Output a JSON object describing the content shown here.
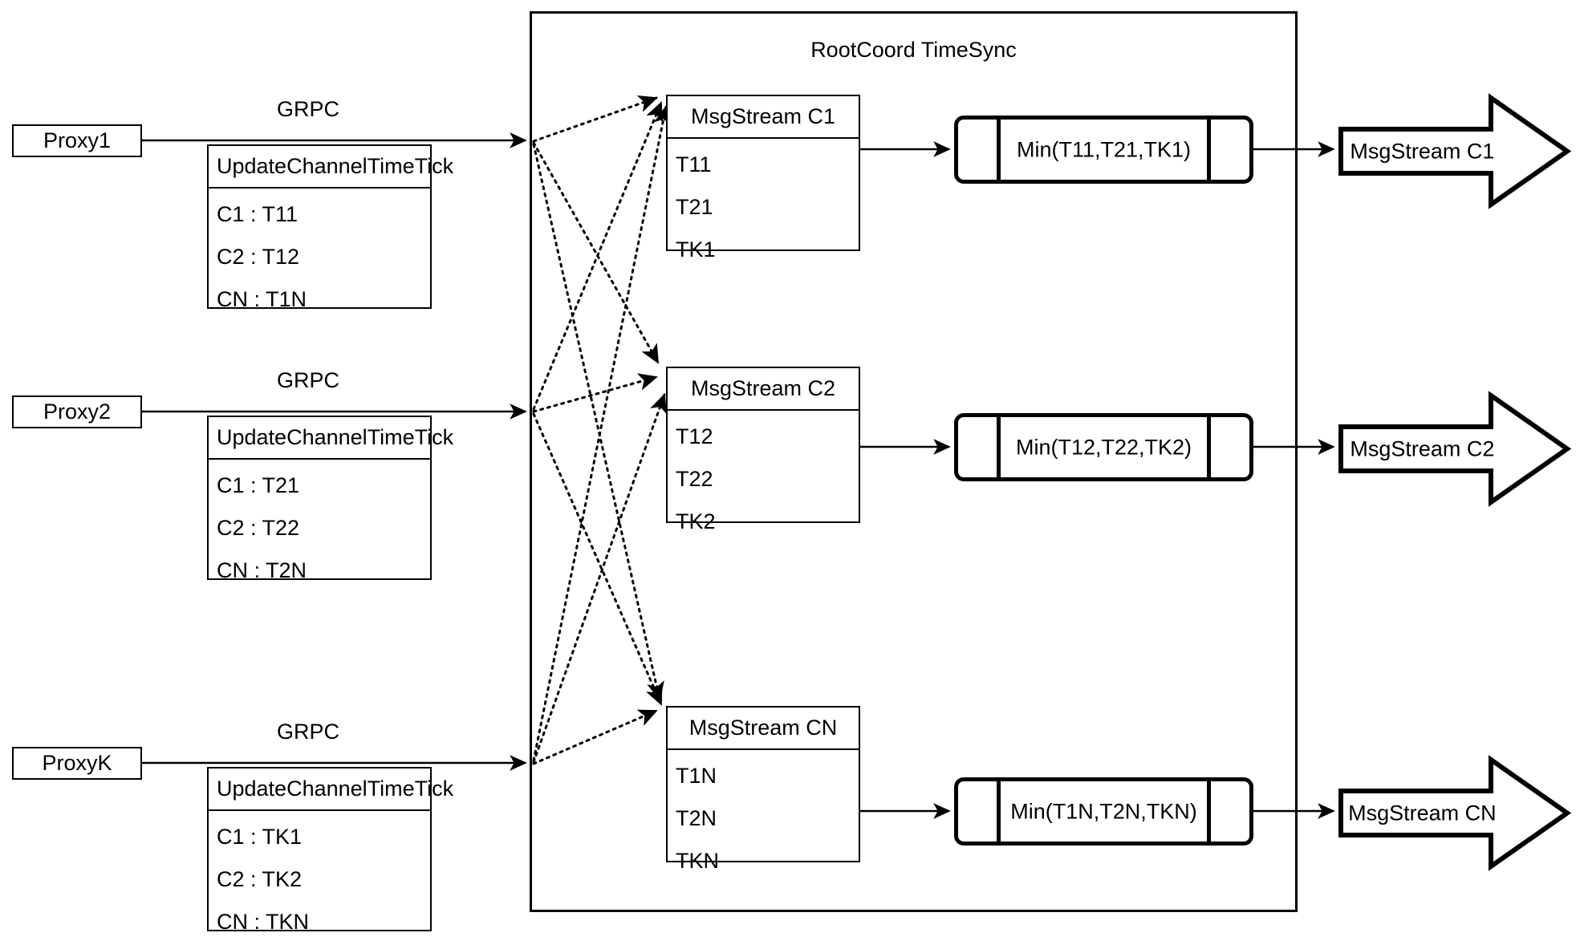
{
  "diagram": {
    "title": "RootCoord TimeSync",
    "group": {
      "label": "RootCoord TimeSync"
    },
    "proxies": [
      {
        "name": "Proxy1",
        "link_label": "GRPC",
        "request": {
          "title": "UpdateChannelTimeTick",
          "rows": [
            "C1 :  T11",
            "C2 :  T12",
            "CN : T1N"
          ]
        }
      },
      {
        "name": "Proxy2",
        "link_label": "GRPC",
        "request": {
          "title": "UpdateChannelTimeTick",
          "rows": [
            "C1 :  T21",
            "C2 :  T22",
            "CN : T2N"
          ]
        }
      },
      {
        "name": "ProxyK",
        "link_label": "GRPC",
        "request": {
          "title": "UpdateChannelTimeTick",
          "rows": [
            "C1 :  TK1",
            "C2 :  TK2",
            "CN : TKN"
          ]
        }
      }
    ],
    "channels": [
      {
        "stream": {
          "title": "MsgStream C1",
          "rows": [
            "T11",
            "T21",
            "TK1"
          ]
        },
        "process": {
          "label": "Min(T11,T21,TK1)"
        },
        "output": {
          "label": "MsgStream C1"
        }
      },
      {
        "stream": {
          "title": "MsgStream C2",
          "rows": [
            "T12",
            "T22",
            "TK2"
          ]
        },
        "process": {
          "label": "Min(T12,T22,TK2)"
        },
        "output": {
          "label": "MsgStream C2"
        }
      },
      {
        "stream": {
          "title": "MsgStream CN",
          "rows": [
            "T1N",
            "T2N",
            "TKN"
          ]
        },
        "process": {
          "label": "Min(T1N,T2N,TKN)"
        },
        "output": {
          "label": "MsgStream CN"
        }
      }
    ],
    "colors": {
      "stroke": "#000000",
      "fill": "#ffffff"
    }
  }
}
